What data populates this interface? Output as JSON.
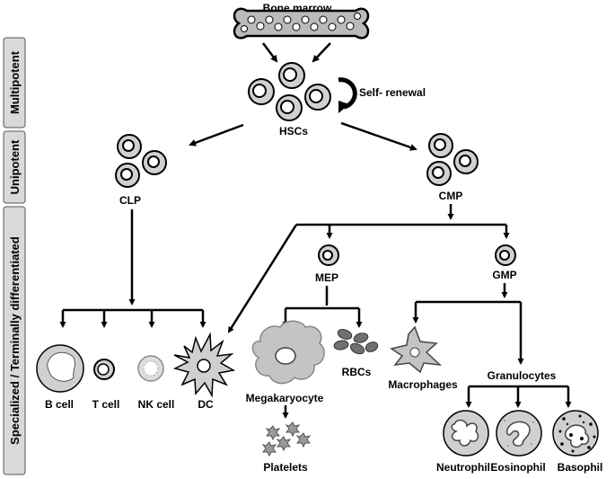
{
  "labels": {
    "bone_marrow": "Bone marrow",
    "self_renewal": "Self- renewal",
    "hscs": "HSCs",
    "clp": "CLP",
    "cmp": "CMP",
    "mep": "MEP",
    "gmp": "GMP",
    "b_cell": "B cell",
    "t_cell": "T cell",
    "nk_cell": "NK cell",
    "dc": "DC",
    "megakaryocyte": "Megakaryocyte",
    "rbcs": "RBCs",
    "platelets": "Platelets",
    "macrophages": "Macrophages",
    "granulocytes": "Granulocytes",
    "neutrophil": "Neutrophil",
    "eosinophil": "Eosinophil",
    "basophil": "Basophil"
  },
  "stages": {
    "multipotent": "Multipotent",
    "unipotent": "Unipotent",
    "specialized": "Specialized / Terminally differentiated"
  },
  "colors": {
    "cell_fill": "#d0d0d0",
    "nucleus_fill": "#ffffff",
    "stroke": "#000000",
    "stage_box": "#d9d9d9",
    "rbc_fill": "#707070"
  }
}
